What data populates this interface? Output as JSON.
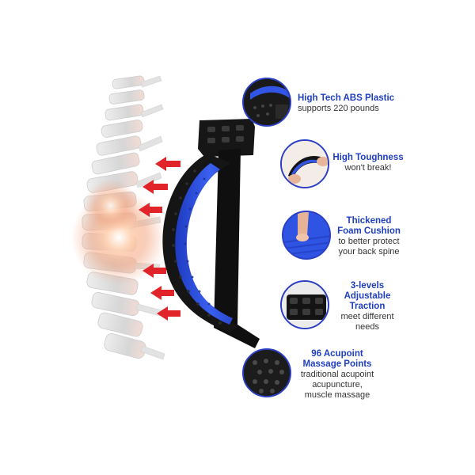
{
  "features": [
    {
      "id": "abs",
      "title": "High Tech ABS Plastic",
      "lines": [
        "supports 220 pounds"
      ]
    },
    {
      "id": "tough",
      "title": "High Toughness",
      "lines": [
        "won't break!"
      ]
    },
    {
      "id": "foam",
      "title_lines": [
        "Thickened",
        "Foam Cushion"
      ],
      "lines": [
        "to better protect",
        "your back spine"
      ]
    },
    {
      "id": "levels",
      "title_lines": [
        "3-levels",
        "Adjustable",
        "Traction"
      ],
      "lines": [
        "meet different",
        "needs"
      ]
    },
    {
      "id": "acupoint",
      "title_lines": [
        "96 Acupoint",
        "Massage Points"
      ],
      "lines": [
        "traditional acupoint",
        "acupuncture,",
        "muscle massage"
      ]
    }
  ],
  "colors": {
    "accent": "#1f3fbf",
    "pad_blue": "#2b4fe0",
    "frame": "#141414",
    "arrow": "#e0242a"
  },
  "icons": [
    "spine-illustration",
    "red-arrow-icon",
    "back-stretcher-product"
  ]
}
